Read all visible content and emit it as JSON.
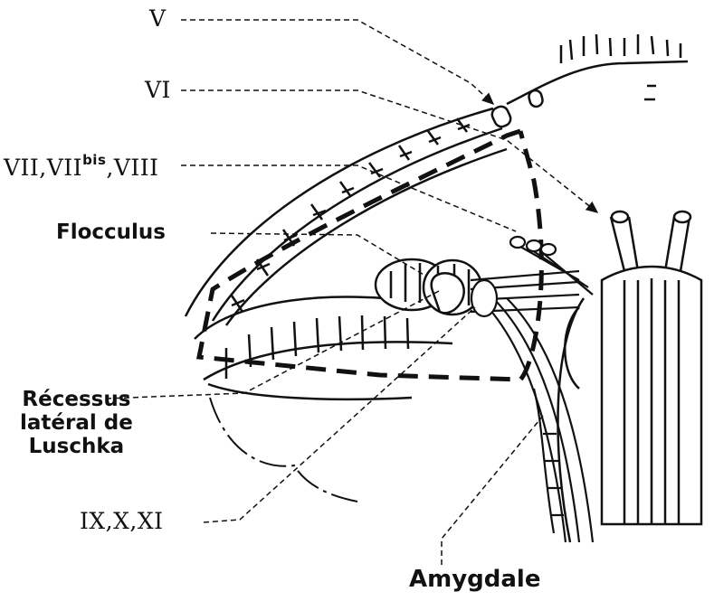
{
  "labels": {
    "v": "V",
    "vi": "VI",
    "vii_a": "VII,VII",
    "vii_sup": "bis",
    "vii_b": ",VIII",
    "flocculus": "Flocculus",
    "recessus_1": "Récessus",
    "recessus_2": "latéral de",
    "recessus_3": "Luschka",
    "ix_x_xi": "IX,X,XI",
    "amygdale": "Amygdale"
  }
}
